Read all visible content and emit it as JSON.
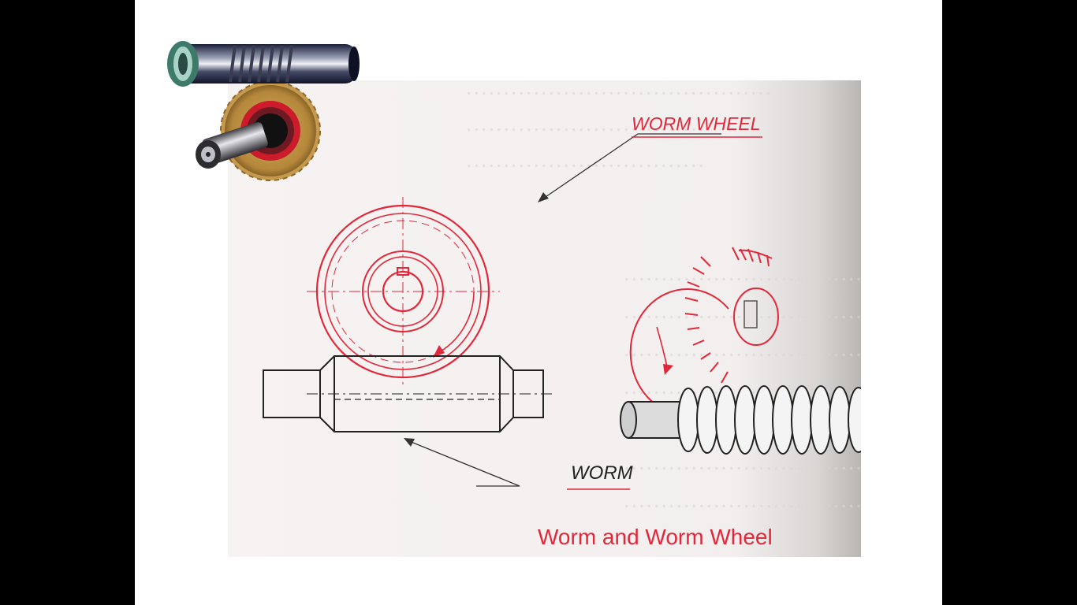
{
  "labels": {
    "worm_wheel": "WORM WHEEL",
    "worm": "WORM",
    "caption": "Worm and Worm Wheel"
  },
  "colors": {
    "accent_red": "#e0283a",
    "ink": "#222222",
    "page_background": "#000000",
    "slide_background": "#ffffff"
  },
  "icons": {
    "thumbnail": "worm-gear-3d-icon"
  }
}
